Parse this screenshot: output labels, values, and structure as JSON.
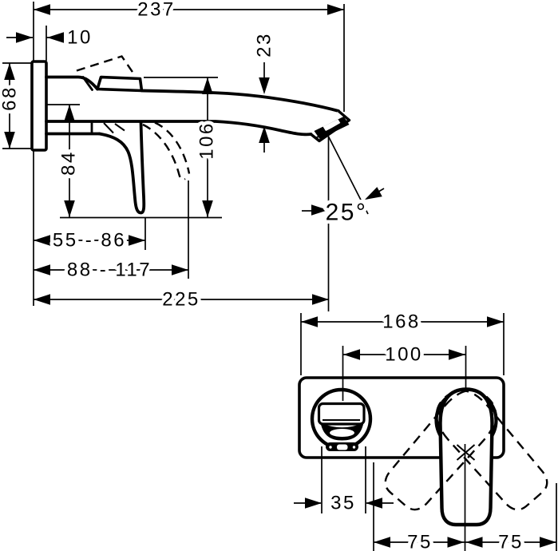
{
  "colors": {
    "ink": "#000000",
    "background": "#ffffff"
  },
  "side_view": {
    "labels": {
      "overall_projection": "237",
      "plate_thickness": "10",
      "plate_height": "68",
      "handle_below": "84",
      "outlet_height": "106",
      "spout_height": "23",
      "handle_range_1": "55 - 86",
      "handle_range_2": "88 - 117",
      "spout_reach": "225",
      "spray_angle": "25°"
    }
  },
  "front_view": {
    "labels": {
      "plate_width": "168",
      "spout_to_handle": "100",
      "outlet_width": "35",
      "swing_left": "75",
      "swing_right": "75"
    }
  }
}
